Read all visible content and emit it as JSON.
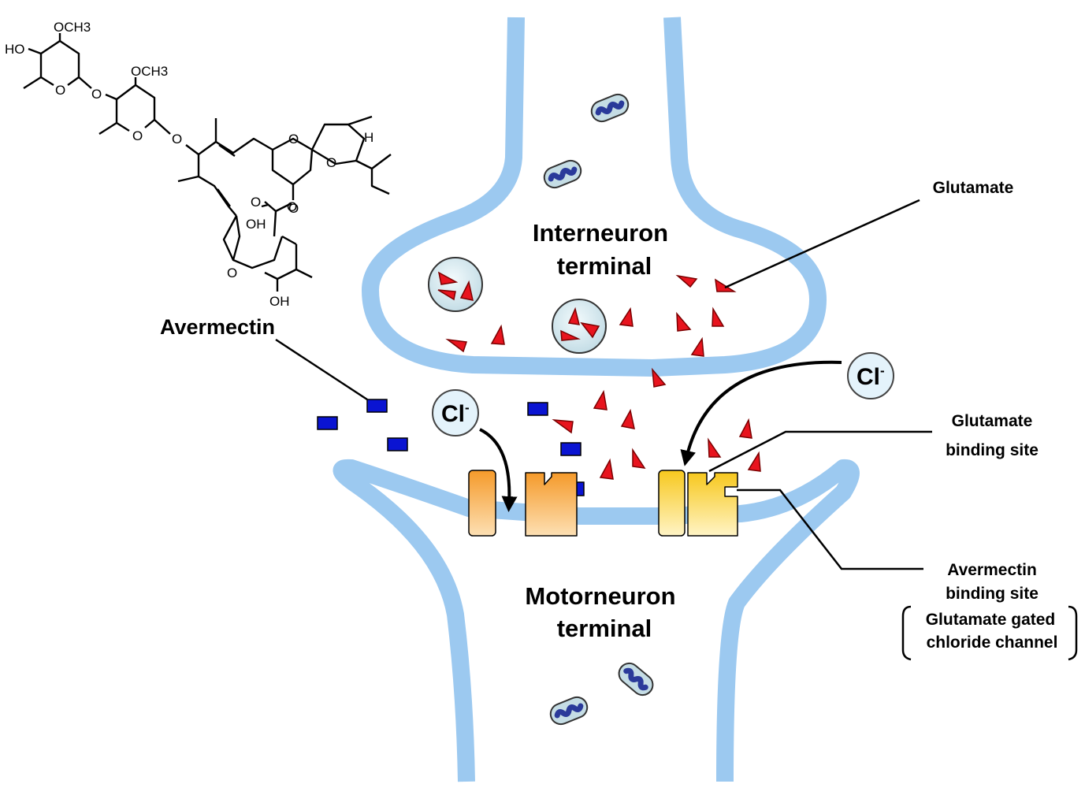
{
  "labels": {
    "interneuron": [
      "Interneuron",
      "terminal"
    ],
    "motorneuron": [
      "Motorneuron",
      "terminal"
    ],
    "avermectin": "Avermectin",
    "glutamate": "Glutamate",
    "glutamate_binding_site": [
      "Glutamate",
      "binding site"
    ],
    "avermectin_binding_site": [
      "Avermectin",
      "binding site"
    ],
    "channel": [
      "Glutamate gated",
      "chloride channel"
    ]
  },
  "ions": {
    "symbol": "Cl",
    "charge": "-"
  },
  "molecule_atoms": [
    "OCH3",
    "HO",
    "O",
    "O",
    "OCH3",
    "O",
    "O",
    "O",
    "O",
    "O",
    "H",
    "O",
    "O",
    "OH",
    "O",
    "OH"
  ],
  "colors": {
    "membrane": "#9cc9f0",
    "glutamate": "#e8141e",
    "avermectin": "#0a14d2",
    "channel_left": "#f59a2a",
    "channel_right": "#f7c81e",
    "vesicle": "#d2e6ee",
    "ion_bubble": "#e4f3fb"
  },
  "icons": [
    "glutamate-triangle",
    "avermectin-square",
    "synaptic-vesicle",
    "mitochondrion",
    "chloride-ion",
    "flow-arrow"
  ]
}
